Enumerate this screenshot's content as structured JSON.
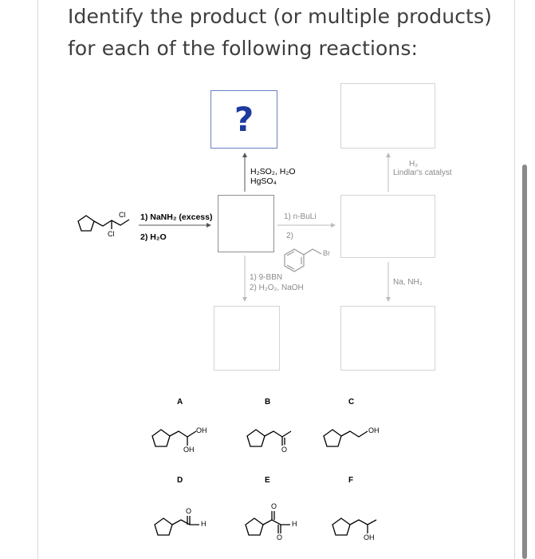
{
  "question": {
    "line1": "Identify the product (or multiple products)",
    "line2": "for each of the following reactions:"
  },
  "main_box": {
    "symbol": "?"
  },
  "reagents": {
    "up_line1": "H₂SO₂, H₂O",
    "up_line2": "HgSO₄",
    "left_line1": "1) NaNH₂ (excess)",
    "left_line2": "2) H₂O",
    "right_line1": "1) n-BuLi",
    "right_line2": "2)",
    "right_br": "Br",
    "down_line1": "1) 9-BBN",
    "down_line2": "2) H₂O₂, NaOH",
    "top_right_line1": "H₂",
    "top_right_line2": "Lindlar's catalyst",
    "bottom_right": "Na, NH₃"
  },
  "start_material": {
    "cl_top": "Cl",
    "cl_bottom": "Cl"
  },
  "choices": [
    {
      "letter": "A",
      "groups": [
        "OH",
        "OH"
      ]
    },
    {
      "letter": "B",
      "groups": [
        "O"
      ]
    },
    {
      "letter": "C",
      "groups": [
        "OH"
      ]
    },
    {
      "letter": "D",
      "groups": [
        "O",
        "H"
      ]
    },
    {
      "letter": "E",
      "groups": [
        "O",
        "H",
        "O"
      ]
    },
    {
      "letter": "F",
      "groups": [
        "OH"
      ]
    }
  ]
}
